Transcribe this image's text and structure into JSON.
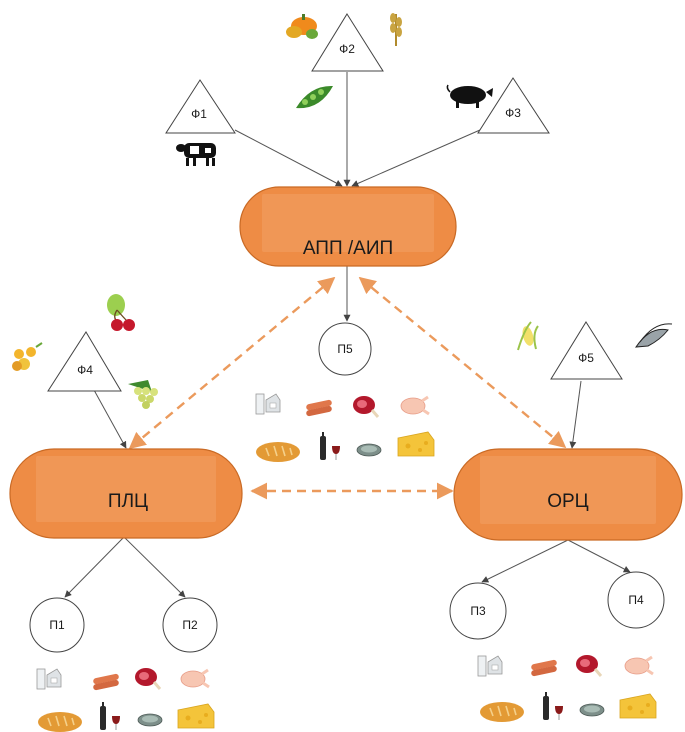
{
  "diagram": {
    "hubs": {
      "app": "АПП /АИП",
      "plc": "ПЛЦ",
      "orc": "ОРЦ"
    },
    "farms": {
      "f1": "Ф1",
      "f2": "Ф2",
      "f3": "Ф3",
      "f4": "Ф4",
      "f5": "Ф5"
    },
    "consumers": {
      "p1": "П1",
      "p2": "П2",
      "p3": "П3",
      "p4": "П4",
      "p5": "П5"
    },
    "colors": {
      "hub_fill": "#ee8c45",
      "hub_inner": "#f2a064",
      "hub_stroke": "#c96a25",
      "dashed_arrow": "#eb9a5c",
      "line": "#555555"
    },
    "icons": {
      "farm_produce": [
        "pumpkin-icon",
        "wheat-icon",
        "peas-icon",
        "cow-icon",
        "pig-icon",
        "cherry-icon",
        "pears-icon",
        "grapes-icon",
        "corn-icon",
        "fish-icon"
      ],
      "products": [
        "milk-icon",
        "sausage-icon",
        "ham-icon",
        "chicken-icon",
        "bread-icon",
        "wine-icon",
        "canned-fish-icon",
        "cheese-icon"
      ]
    }
  }
}
